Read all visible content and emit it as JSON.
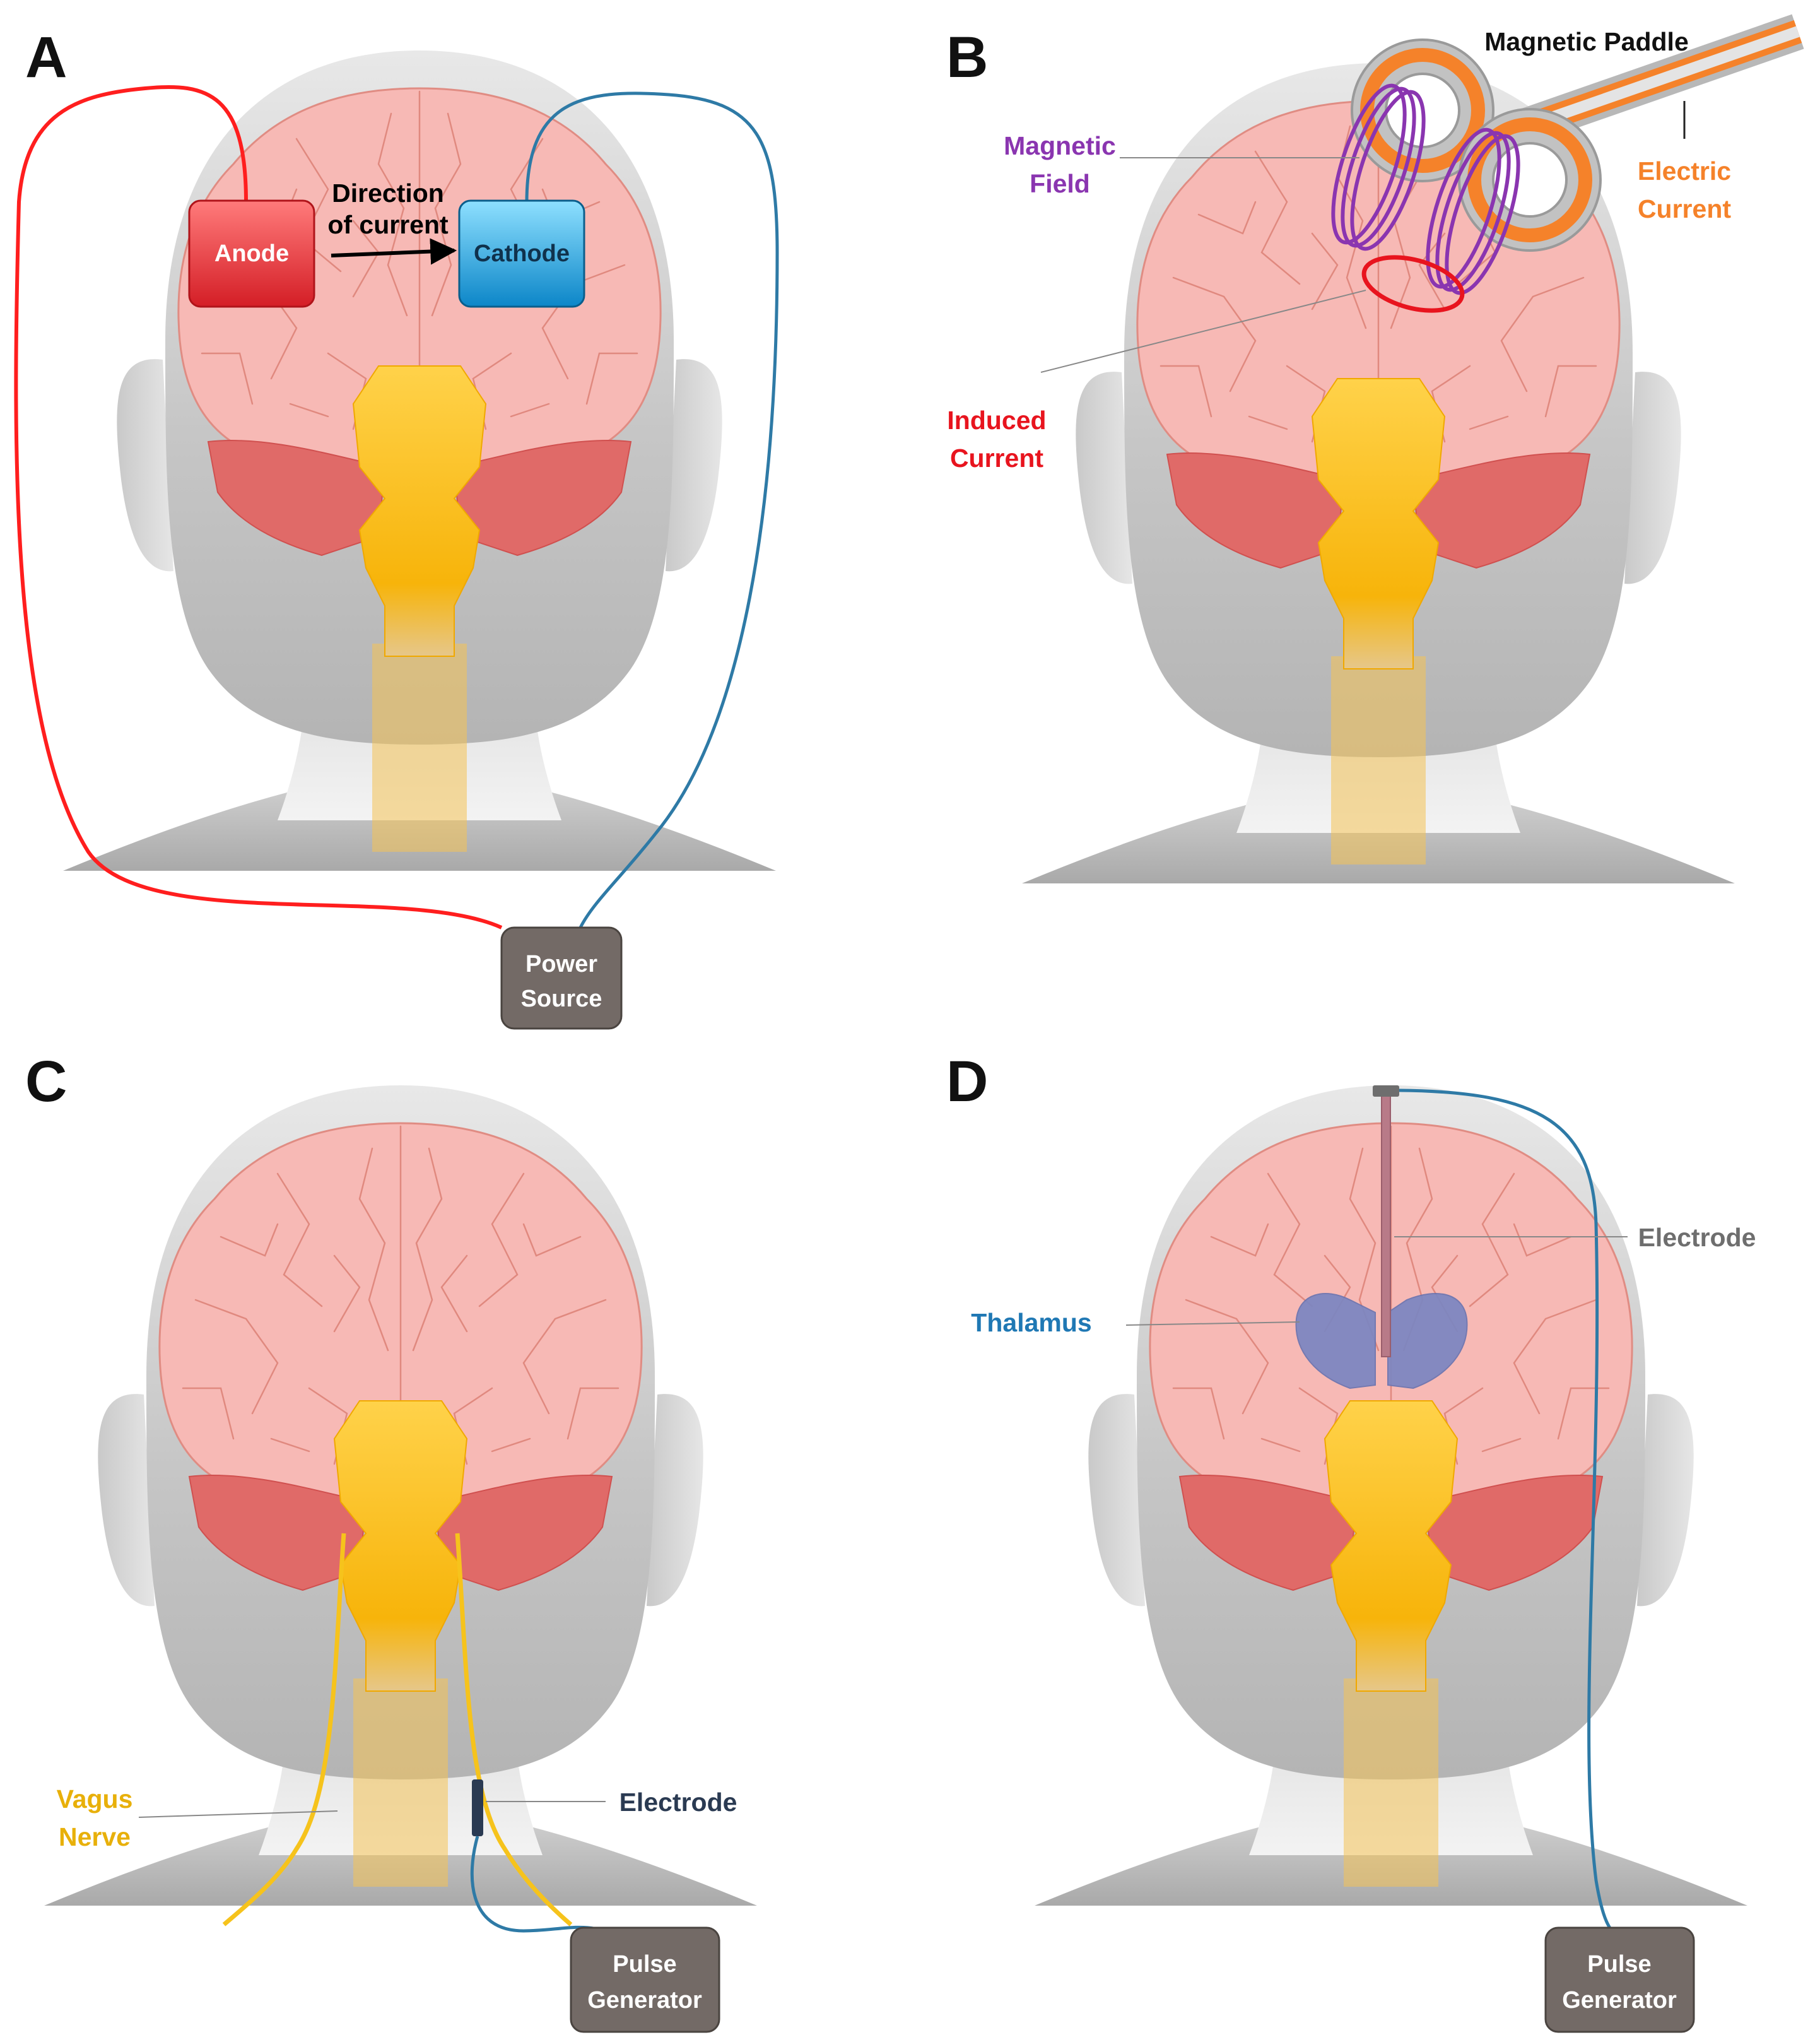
{
  "panels": {
    "a": {
      "letter": "A",
      "anode": "Anode",
      "cathode": "Cathode",
      "direction_line1": "Direction",
      "direction_line2": "of current",
      "power_line1": "Power",
      "power_line2": "Source"
    },
    "b": {
      "letter": "B",
      "paddle": "Magnetic Paddle",
      "field_line1": "Magnetic",
      "field_line2": "Field",
      "electric_line1": "Electric",
      "electric_line2": "Current",
      "induced_line1": "Induced",
      "induced_line2": "Current"
    },
    "c": {
      "letter": "C",
      "vagus_line1": "Vagus",
      "vagus_line2": "Nerve",
      "electrode": "Electrode",
      "pulse_line1": "Pulse",
      "pulse_line2": "Generator"
    },
    "d": {
      "letter": "D",
      "electrode": "Electrode",
      "thalamus": "Thalamus",
      "pulse_line1": "Pulse",
      "pulse_line2": "Generator"
    }
  },
  "colors": {
    "brain": "#f7b9b5",
    "brain_stroke": "#e08c83",
    "cerebellum": "#e06a68",
    "brainstem": "#ffca2e",
    "head": "#c7c7c7",
    "anode": "#e8323a",
    "cathode": "#1aa7e0",
    "red_wire": "#ff1e1e",
    "blue_wire": "#2e7aa6",
    "magnetic_field": "#8a35b0",
    "electric_current": "#f5822a",
    "induced_current": "#e8141e",
    "vagus": "#e8b00a",
    "electrode_c": "#2a3a52",
    "thalamus": "#7b86c2",
    "thalamus_label": "#1f78b4",
    "gray_box": "#736a66"
  }
}
